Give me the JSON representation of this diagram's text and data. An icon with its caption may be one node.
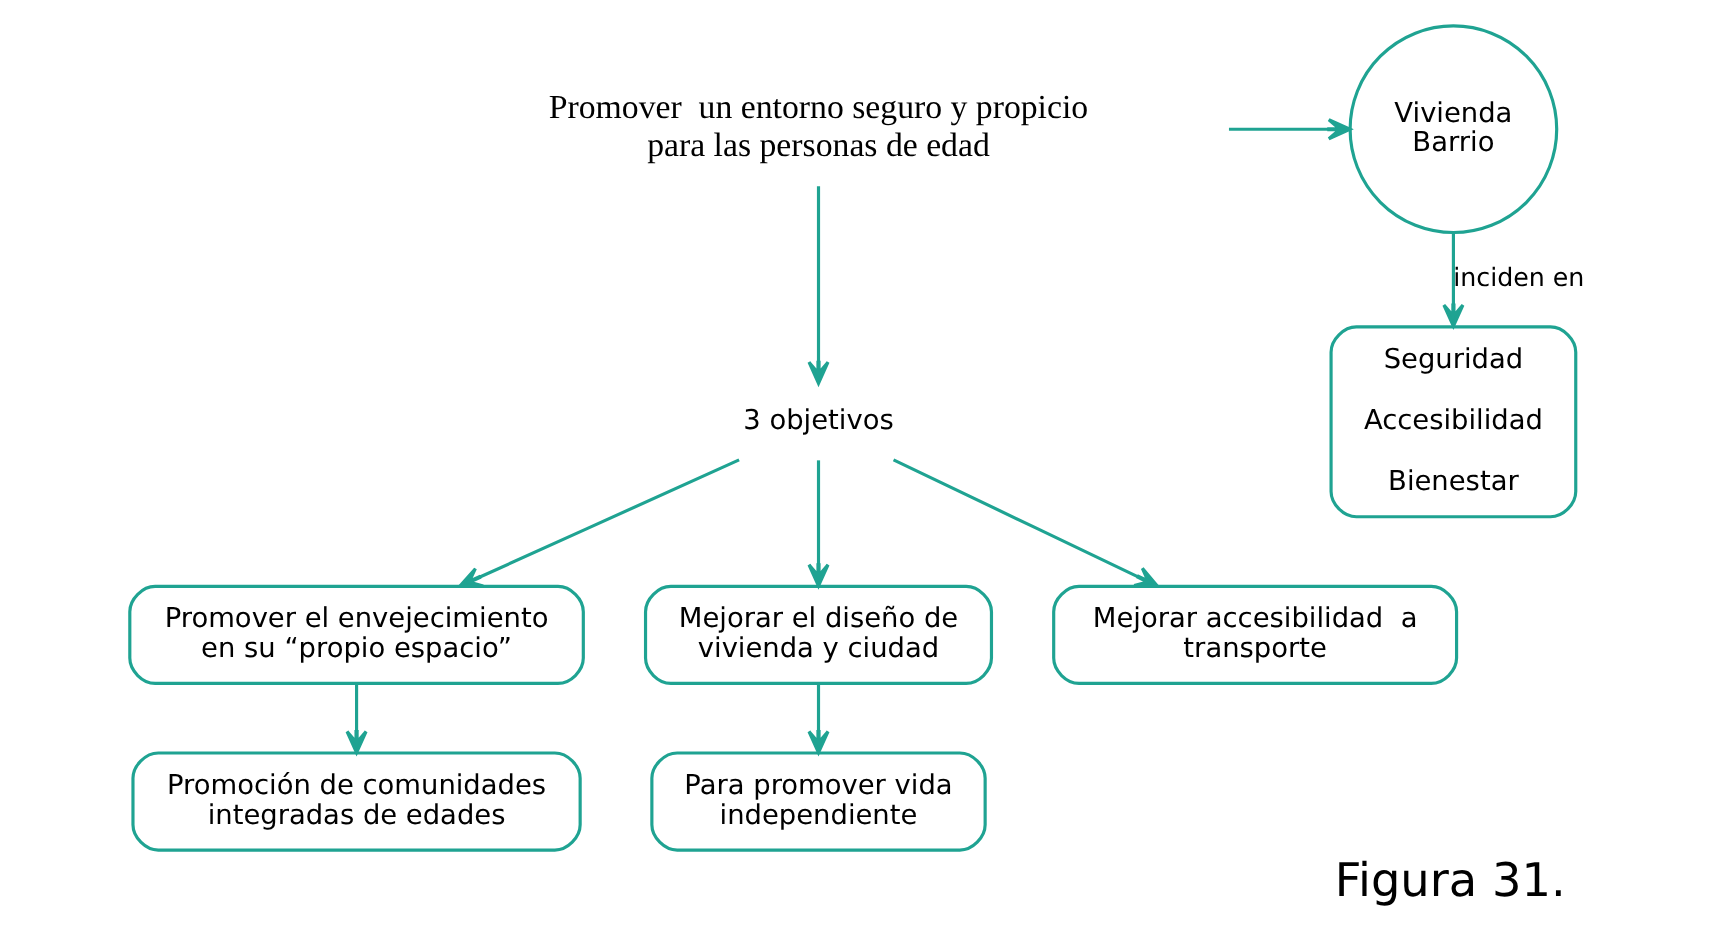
{
  "diagram": {
    "caption": "Figura 31.",
    "nodes": [
      {
        "text": [
          "Promover  un entorno seguro y propicio para las personas de edad"
        ]
      },
      {
        "text": [
          "Vivienda Barrio"
        ]
      },
      {
        "text": [
          "3 objetivos"
        ]
      },
      {
        "text": [
          "Seguridad",
          "Accesibilidad",
          "Bienestar"
        ]
      },
      {
        "text": [
          "Promover el envejecimiento en su “propio espacio”"
        ]
      },
      {
        "text": [
          "Mejorar el diseño de vivienda y ciudad"
        ]
      },
      {
        "text": [
          "Mejorar accesibilidad  a  transporte"
        ]
      },
      {
        "text": [
          "Promoción de comunidades integradas de edades"
        ]
      },
      {
        "text": [
          "Para promover vida independiente"
        ]
      }
    ],
    "edges": [
      {
        "from": 0,
        "to": 1,
        "arrow": "to"
      },
      {
        "from": 0,
        "to": 2,
        "arrow": "to"
      },
      {
        "from": 1,
        "to": 3,
        "arrow": "to",
        "label": "inciden en"
      },
      {
        "from": 2,
        "to": 4,
        "arrow": "to"
      },
      {
        "from": 2,
        "to": 5,
        "arrow": "to"
      },
      {
        "from": 2,
        "to": 6,
        "arrow": "to"
      },
      {
        "from": 4,
        "to": 7,
        "arrow": "to"
      },
      {
        "from": 5,
        "to": 8,
        "arrow": "to"
      }
    ]
  }
}
